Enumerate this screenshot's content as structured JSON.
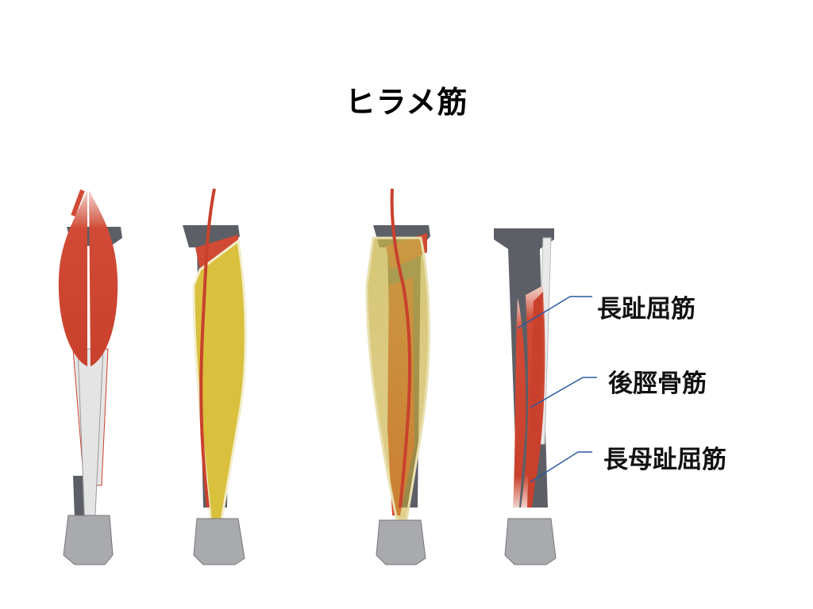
{
  "title": "ヒラメ筋",
  "labels": {
    "fdl": "長趾屈筋",
    "tp": "後脛骨筋",
    "fhl": "長母趾屈筋"
  },
  "colors": {
    "muscle_red": "#d04a35",
    "tendon_white": "#e6e6e6",
    "soleus_yellow": "#d9c03d",
    "bone_gray": "#5c5f66",
    "foot_gray": "#a9aaad",
    "leader_line": "#2c5aa0"
  }
}
